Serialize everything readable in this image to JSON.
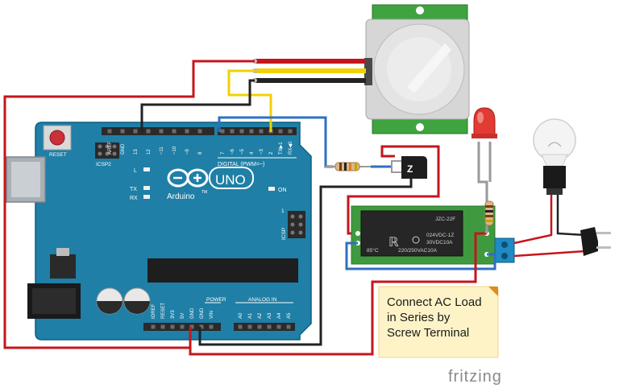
{
  "arduino": {
    "brand": "Arduino",
    "model": "UNO",
    "tm": "TM",
    "reset_label": "RESET",
    "icsp2_label": "ICSP2",
    "icsp_label": "ICSP",
    "digital_label": "DIGITAL (PWM=~)",
    "analog_label": "ANALOG IN",
    "power_label": "POWER",
    "on_label": "ON",
    "tx_label": "TX",
    "rx_label": "RX",
    "l_label": "L",
    "icsp_pin_one": "1",
    "top_pins": [
      "AREF",
      "GND",
      "13",
      "12",
      "~11",
      "~10",
      "~9",
      "8",
      "7",
      "~6",
      "~5",
      "4",
      "~3",
      "2",
      "TX▶1",
      "RX◀0"
    ],
    "power_pins": [
      "IOREF",
      "RESET",
      "3V3",
      "5V",
      "GND",
      "GND",
      "VIN"
    ],
    "analog_pins": [
      "A0",
      "A1",
      "A2",
      "A3",
      "A4",
      "A5"
    ]
  },
  "relay": {
    "model": "JZC-22F",
    "spec_lines": [
      "024VDC-1Z",
      "30VDC10A",
      "220/250VAC10A"
    ],
    "mark": "ℝ",
    "temp": "85°C"
  },
  "annotation": {
    "lines": [
      "Connect AC Load",
      "in Series by",
      "Screw Terminal"
    ]
  },
  "watermark": "fritzing",
  "colors": {
    "board": "#1f7fa6",
    "wire_red": "#c4161c",
    "wire_black": "#222222",
    "wire_yellow": "#f2d100",
    "wire_blue": "#2f6fc4",
    "wire_gray": "#9a9a9a",
    "relay_board": "#3f9a3f",
    "note_bg": "#fdf3c7",
    "note_edge": "#e08a1e"
  }
}
